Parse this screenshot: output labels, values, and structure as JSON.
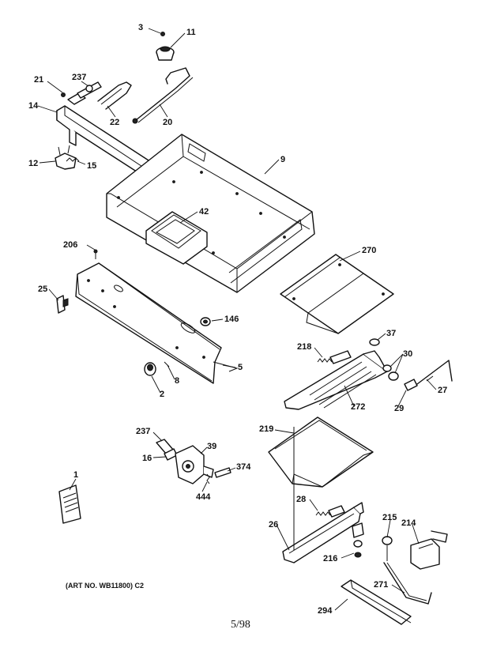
{
  "callouts": {
    "c3": "3",
    "c11": "11",
    "c21": "21",
    "c237a": "237",
    "c14": "14",
    "c22": "22",
    "c20": "20",
    "c9": "9",
    "c12": "12",
    "c15": "15",
    "c42": "42",
    "c206": "206",
    "c270": "270",
    "c25": "25",
    "c146": "146",
    "c37": "37",
    "c218": "218",
    "c30": "30",
    "c5": "5",
    "c8": "8",
    "c2": "2",
    "c27": "27",
    "c272": "272",
    "c29": "29",
    "c219": "219",
    "c237b": "237",
    "c39": "39",
    "c16": "16",
    "c374": "374",
    "c444": "444",
    "c1": "1",
    "c28": "28",
    "c26": "26",
    "c215": "215",
    "c214": "214",
    "c216": "216",
    "c271": "271",
    "c294": "294"
  },
  "caption": "(ART NO. WB11800) C2",
  "date_code": "5/98"
}
